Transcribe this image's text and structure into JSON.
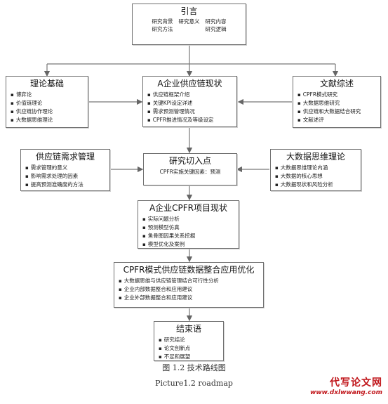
{
  "intro": {
    "title": "引言",
    "items": [
      "研究背景",
      "研究意义",
      "研究内容",
      "研究方法",
      "研究逻辑"
    ]
  },
  "theory": {
    "title": "理论基础",
    "items": [
      "博弈论",
      "价值链理论",
      "供应链协作理论",
      "大数据思维理论"
    ]
  },
  "status": {
    "title": "A企业供应链现状",
    "items": [
      "供应链框架介绍",
      "关键KPI设定详述",
      "需求预测管理情况",
      "CPFR推进情况及等级设定"
    ]
  },
  "literature": {
    "title": "文献综述",
    "items": [
      "CPFR模式研究",
      "大数据思维研究",
      "供应链和大数据结合研究",
      "文献述评"
    ]
  },
  "demand": {
    "title": "供应链需求管理",
    "items": [
      "需求管理的意义",
      "影响需求处理的因素",
      "提高预测准确度的方法"
    ]
  },
  "entry": {
    "title": "研究切入点",
    "subtitle": "CPFR实施关键因素：预测"
  },
  "bigdata": {
    "title": "大数据思维理论",
    "items": [
      "大数据思维理论内涵",
      "大数据的核心思想",
      "大数据现状和风险分析"
    ]
  },
  "cpfr_status": {
    "title": "A企业CPFR项目现状",
    "items": [
      "实际问题分析",
      "预测模型仿真",
      "鱼骨图因果关系挖掘",
      "模型优化及案例"
    ]
  },
  "optimize": {
    "title": "CPFR模式供应链数据整合应用优化",
    "items": [
      "大数据思维与供应链管理结合可行性分析",
      "企业内部数据整合和应用建议",
      "企业外部数据整合和应用建议"
    ]
  },
  "conclusion": {
    "title": "结束语",
    "items": [
      "研究结论",
      "论文创新点",
      "不足和展望"
    ]
  },
  "caption": {
    "cn": "图 1.2    技术路线图",
    "en": "Picture1.2 roadmap"
  },
  "watermark": {
    "line1": "代写论文网",
    "line2": "www.dxlwwang.com"
  }
}
